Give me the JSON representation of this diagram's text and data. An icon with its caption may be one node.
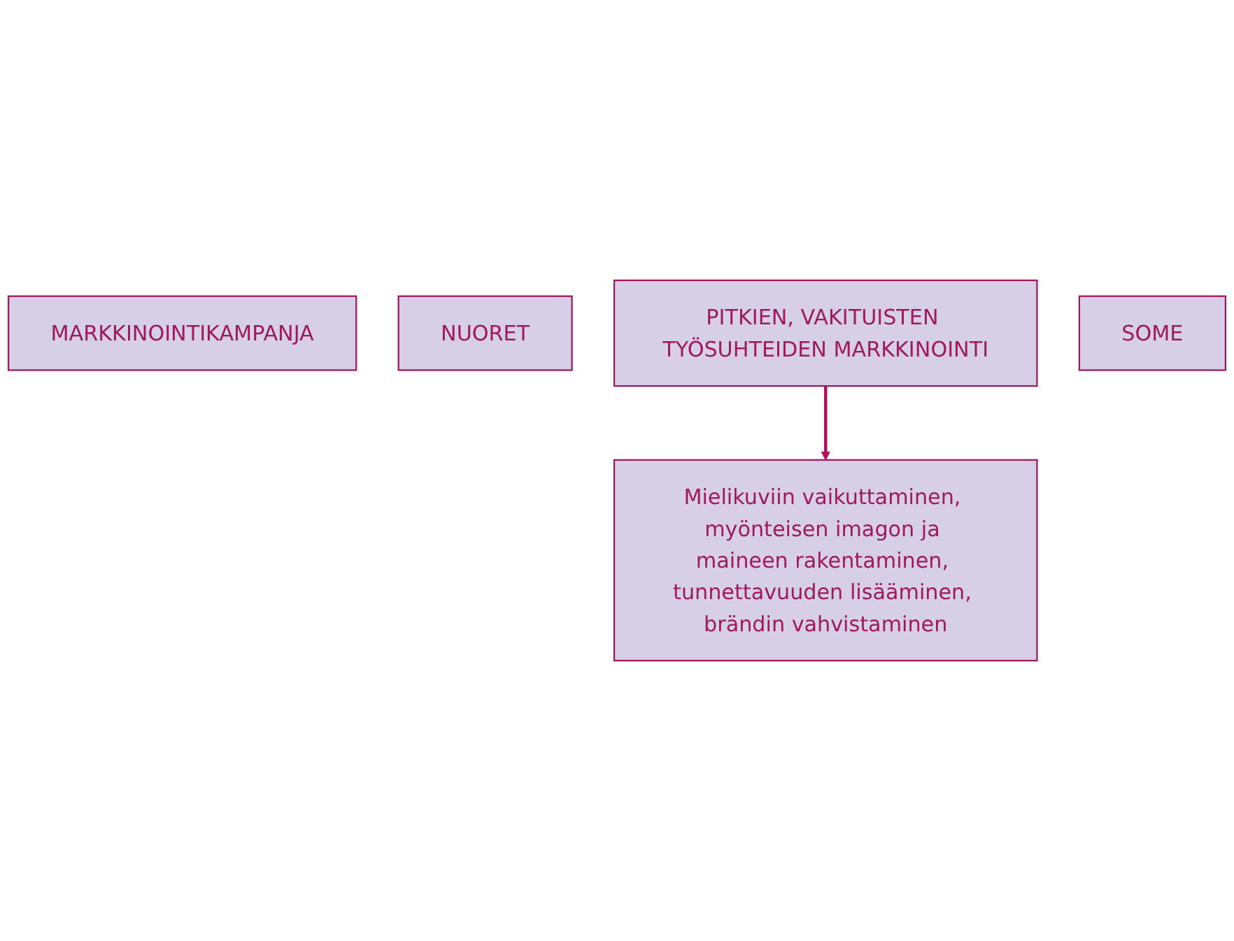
{
  "diagram": {
    "nodes": [
      {
        "text": [
          "MARKKINOINTIKAMPANJA"
        ]
      },
      {
        "text": [
          "NUORET"
        ]
      },
      {
        "text": [
          "PITKIEN, VAKITUISTEN TYÖSUHTEIDEN MARKKINOINTI"
        ]
      },
      {
        "text": [
          "SOME"
        ]
      },
      {
        "text": [
          "Mielikuviin vaikuttaminen, myönteisen imagon ja maineen rakentaminen, tunnettavuuden lisääminen, brändin vahvistaminen"
        ]
      }
    ],
    "edges": [
      {
        "from": 2,
        "to": 4,
        "arrow": "to"
      }
    ]
  }
}
